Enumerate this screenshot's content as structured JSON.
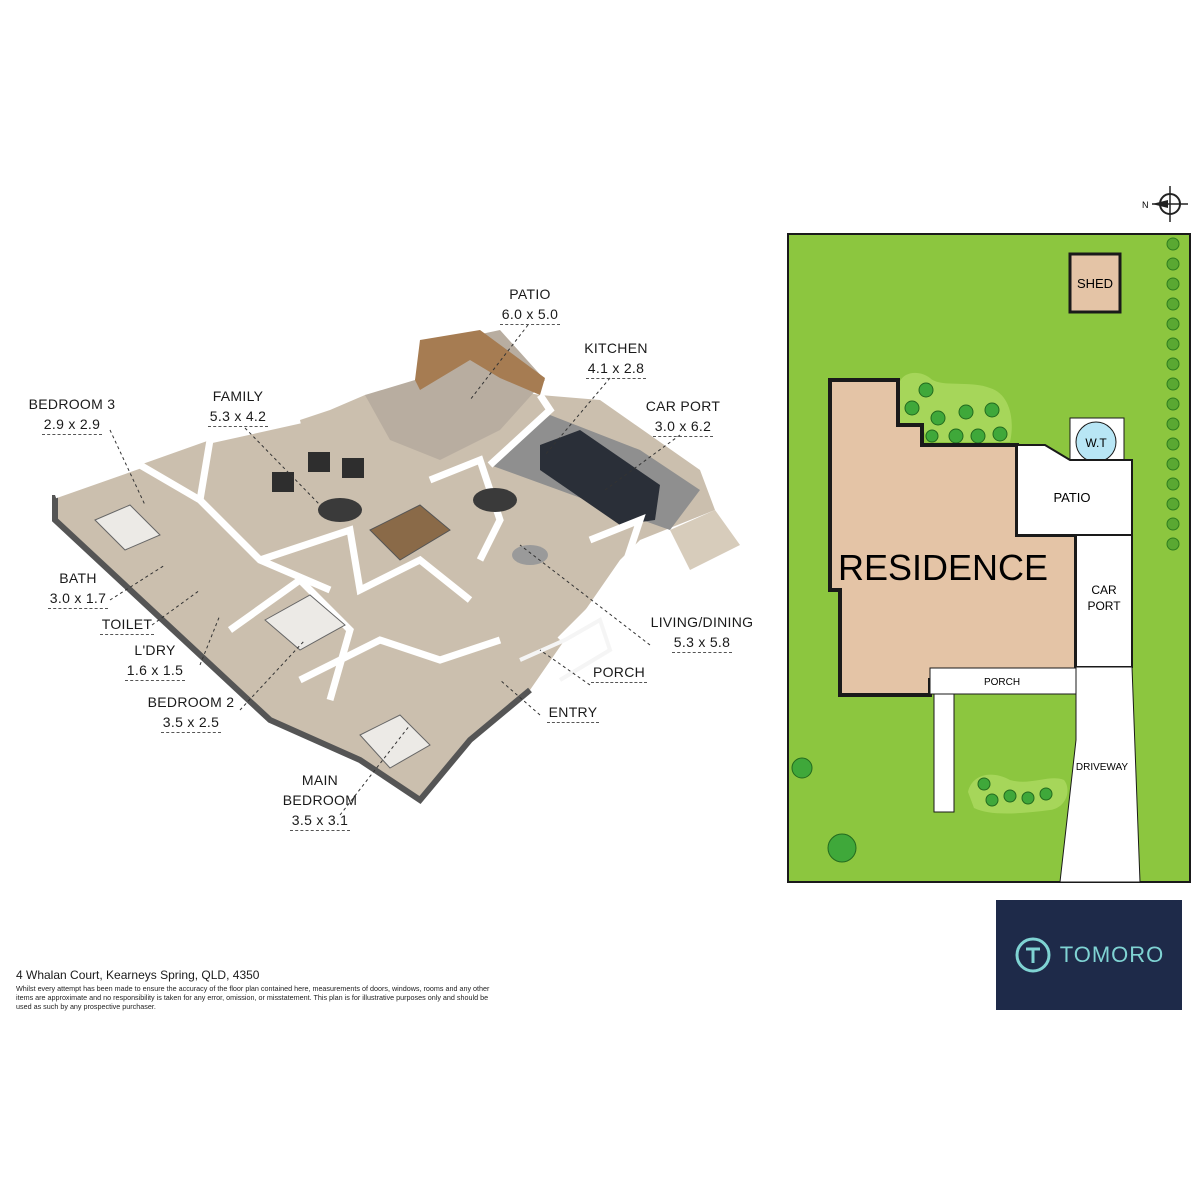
{
  "floorplan": {
    "rooms": [
      {
        "id": "patio",
        "name": "PATIO",
        "dims": "6.0 x 5.0"
      },
      {
        "id": "kitchen",
        "name": "KITCHEN",
        "dims": "4.1 x 2.8"
      },
      {
        "id": "family",
        "name": "FAMILY",
        "dims": "5.3 x 4.2"
      },
      {
        "id": "bedroom3",
        "name": "BEDROOM 3",
        "dims": "2.9 x 2.9"
      },
      {
        "id": "carport",
        "name": "CAR PORT",
        "dims": "3.0 x 6.2"
      },
      {
        "id": "bath",
        "name": "BATH",
        "dims": "3.0 x 1.7"
      },
      {
        "id": "toilet",
        "name": "TOILET",
        "dims": ""
      },
      {
        "id": "ldry",
        "name": "L'DRY",
        "dims": "1.6 x 1.5"
      },
      {
        "id": "bedroom2",
        "name": "BEDROOM 2",
        "dims": "3.5 x 2.5"
      },
      {
        "id": "living",
        "name": "LIVING/DINING",
        "dims": "5.3 x 5.8"
      },
      {
        "id": "porch",
        "name": "PORCH",
        "dims": ""
      },
      {
        "id": "entry",
        "name": "ENTRY",
        "dims": ""
      },
      {
        "id": "mainbed",
        "name": "MAIN\nBEDROOM",
        "dims": "3.5 x 3.1"
      }
    ]
  },
  "siteplan": {
    "north": "N",
    "labels": {
      "shed": "SHED",
      "wt": "W.T",
      "patio": "PATIO",
      "residence": "RESIDENCE",
      "carport_line1": "CAR",
      "carport_line2": "PORT",
      "porch": "PORCH",
      "driveway": "DRIVEWAY"
    },
    "colors": {
      "lawn": "#8cc63f",
      "residence": "#e4c4a6",
      "outline": "#1a1a1a"
    }
  },
  "footer": {
    "address": "4 Whalan Court, Kearneys Spring, QLD, 4350",
    "disclaimer": "Whilst every attempt has been made to ensure the accuracy of the floor plan contained here, measurements of doors, windows, rooms and any other items are approximate and no responsibility is taken for any error, omission, or misstatement. This plan is for illustrative purposes only and should be used as such by any prospective purchaser."
  },
  "logo": {
    "text": "TOMORO",
    "icon": "t-circle-icon",
    "bg": "#1e2a49",
    "accent": "#7fd3d3"
  }
}
